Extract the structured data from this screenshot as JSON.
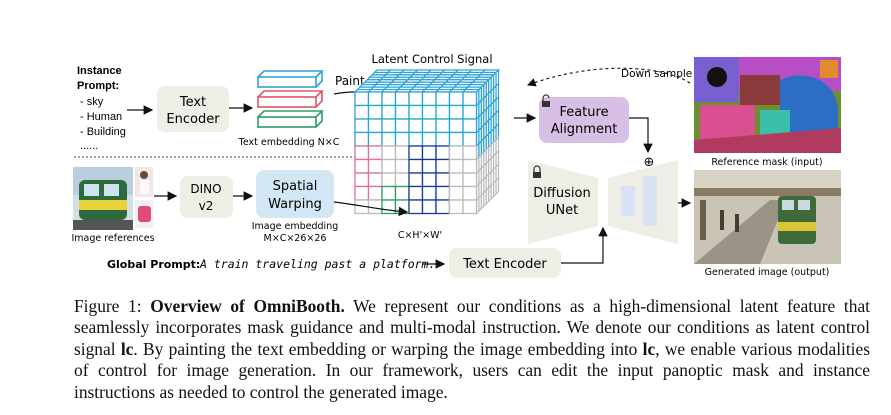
{
  "figure": {
    "instance_prompt": {
      "title_line1": "Instance",
      "title_line2": "Prompt:",
      "items": [
        "- sky",
        "- Human",
        "- Building",
        "......"
      ]
    },
    "text_encoder_top": {
      "line1": "Text",
      "line2": "Encoder"
    },
    "text_embedding_label": "Text embedding N×C",
    "paint_label": "Paint",
    "latent_control_signal_label": "Latent Control Signal",
    "latent_dims_label": "C×H'×W'",
    "image_references_label": "Image references",
    "dino": {
      "line1": "DINO",
      "line2": "v2"
    },
    "spatial_warping": {
      "line1": "Spatial",
      "line2": "Warping"
    },
    "image_embedding_label": {
      "line1": "Image embedding",
      "line2": "M×C×26×26"
    },
    "feature_alignment": {
      "line1": "Feature",
      "line2": "Alignment"
    },
    "diffusion_unet": {
      "line1": "Diffusion",
      "line2": "UNet"
    },
    "down_sample_label": "Down sample",
    "reference_mask_label": "Reference mask (input)",
    "generated_image_label": "Generated image (output)",
    "global_prompt_label": "Global Prompt:",
    "global_prompt_text": "A train traveling past a platform.",
    "text_encoder_bottom": "Text Encoder",
    "plus_symbol": "⊕",
    "colors": {
      "box_fill": "#eeeee6",
      "warp_fill": "#d3e6f3",
      "align_fill": "#d8bfe6",
      "blue": "#2aa3d6",
      "red": "#e0536b",
      "green": "#2f9d62",
      "dark_blue": "#1a3a9a",
      "pink": "#e06f9a",
      "unet_fill": "#eeeee6",
      "unet_inner": "#d9e2f4"
    }
  },
  "caption": {
    "figure_number": "Figure 1:",
    "title": "Overview of OmniBooth.",
    "part1": " We represent our conditions as a high-dimensional latent feature that seamlessly incorporates mask guidance and multi-modal instruction. We denote our conditions as latent control signal ",
    "lc1": "lc",
    "part2": ". By painting the text embedding or warping the image embedding into ",
    "lc2": "lc",
    "part3": ", we enable various modalities of control for image generation. In our framework, users can edit the input panoptic mask and instance instructions as needed to control the generated image."
  }
}
